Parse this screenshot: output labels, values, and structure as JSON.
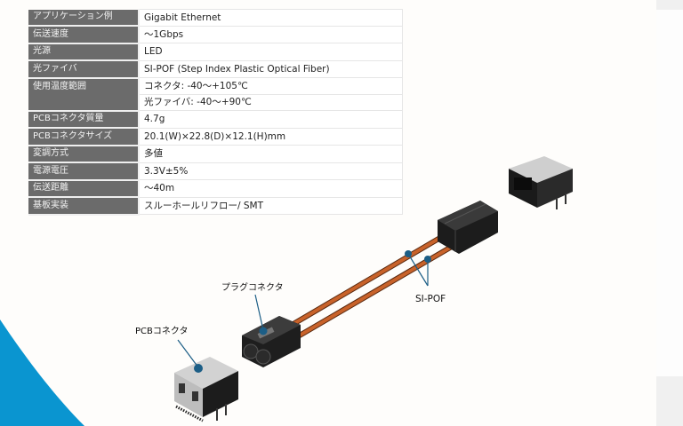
{
  "spec_table": {
    "rows": [
      {
        "label": "アプリケーション例",
        "values": [
          "Gigabit Ethernet"
        ]
      },
      {
        "label": "伝送速度",
        "values": [
          "～1Gbps"
        ]
      },
      {
        "label": "光源",
        "values": [
          "LED"
        ]
      },
      {
        "label": "光ファイバ",
        "values": [
          "SI-POF (Step Index Plastic Optical Fiber)"
        ]
      },
      {
        "label": "使用温度範囲",
        "values": [
          "コネクタ: -40～+105℃",
          "光ファイバ: -40～+90℃"
        ]
      },
      {
        "label": "PCBコネクタ質量",
        "values": [
          "4.7g"
        ]
      },
      {
        "label": "PCBコネクタサイズ",
        "values": [
          "20.1(W)×22.8(D)×12.1(H)mm"
        ]
      },
      {
        "label": "変調方式",
        "values": [
          "多値"
        ]
      },
      {
        "label": "電源電圧",
        "values": [
          "3.3V±5%"
        ]
      },
      {
        "label": "伝送距離",
        "values": [
          "～40m"
        ]
      },
      {
        "label": "基板実装",
        "values": [
          "スルーホールリフロー/ SMT"
        ]
      }
    ]
  },
  "diagram": {
    "callouts": {
      "plug_connector": "プラグコネクタ",
      "pcb_connector": "PCBコネクタ",
      "fiber": "SI-POF"
    }
  },
  "colors": {
    "label_bg": "#6b6b6b",
    "fiber_orange": "#c8622a",
    "callout_blue": "#1c5e86",
    "accent_blue": "#0a95d0"
  }
}
